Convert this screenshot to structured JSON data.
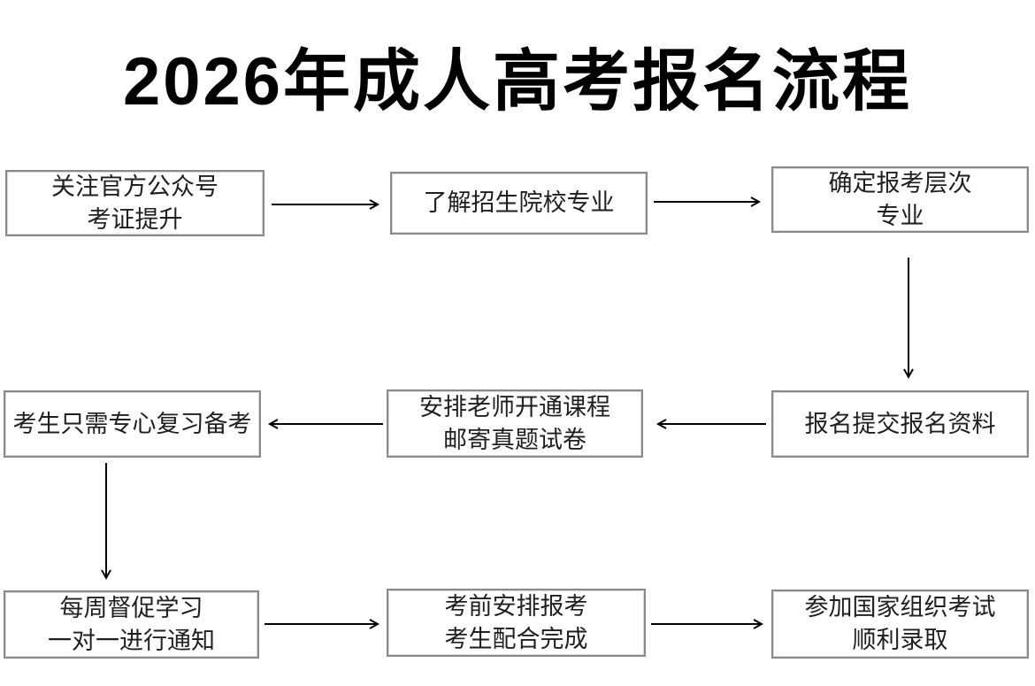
{
  "title": "2026年成人高考报名流程",
  "colors": {
    "background": "#ffffff",
    "title_text": "#000000",
    "node_border": "#8a8a8a",
    "node_inner_edge": "#d8d8d8",
    "node_text": "#1f1f1f",
    "arrow": "#000000"
  },
  "flow": {
    "nodes": [
      {
        "id": "follow-official-account",
        "lines": [
          "关注官方公众号",
          "考证提升"
        ]
      },
      {
        "id": "learn-schools-majors",
        "lines": [
          "了解招生院校专业"
        ]
      },
      {
        "id": "determine-level-major",
        "lines": [
          "确定报考层次",
          "专业"
        ]
      },
      {
        "id": "submit-registration",
        "lines": [
          "报名提交报名资料"
        ]
      },
      {
        "id": "arrange-courses-mail-papers",
        "lines": [
          "安排老师开通课程",
          "邮寄真题试卷"
        ]
      },
      {
        "id": "focus-on-review",
        "lines": [
          "考生只需专心复习备考"
        ]
      },
      {
        "id": "weekly-supervision",
        "lines": [
          "每周督促学习",
          "一对一进行通知"
        ]
      },
      {
        "id": "pre-exam-arrangement",
        "lines": [
          "考前安排报考",
          "考生配合完成"
        ]
      },
      {
        "id": "take-national-exam",
        "lines": [
          "参加国家组织考试",
          "顺利录取"
        ]
      }
    ],
    "edges": [
      {
        "from": "follow-official-account",
        "to": "learn-schools-majors",
        "direction": "right"
      },
      {
        "from": "learn-schools-majors",
        "to": "determine-level-major",
        "direction": "right"
      },
      {
        "from": "determine-level-major",
        "to": "submit-registration",
        "direction": "down"
      },
      {
        "from": "submit-registration",
        "to": "arrange-courses-mail-papers",
        "direction": "left"
      },
      {
        "from": "arrange-courses-mail-papers",
        "to": "focus-on-review",
        "direction": "left"
      },
      {
        "from": "focus-on-review",
        "to": "weekly-supervision",
        "direction": "down"
      },
      {
        "from": "weekly-supervision",
        "to": "pre-exam-arrangement",
        "direction": "right"
      },
      {
        "from": "pre-exam-arrangement",
        "to": "take-national-exam",
        "direction": "right"
      }
    ]
  }
}
